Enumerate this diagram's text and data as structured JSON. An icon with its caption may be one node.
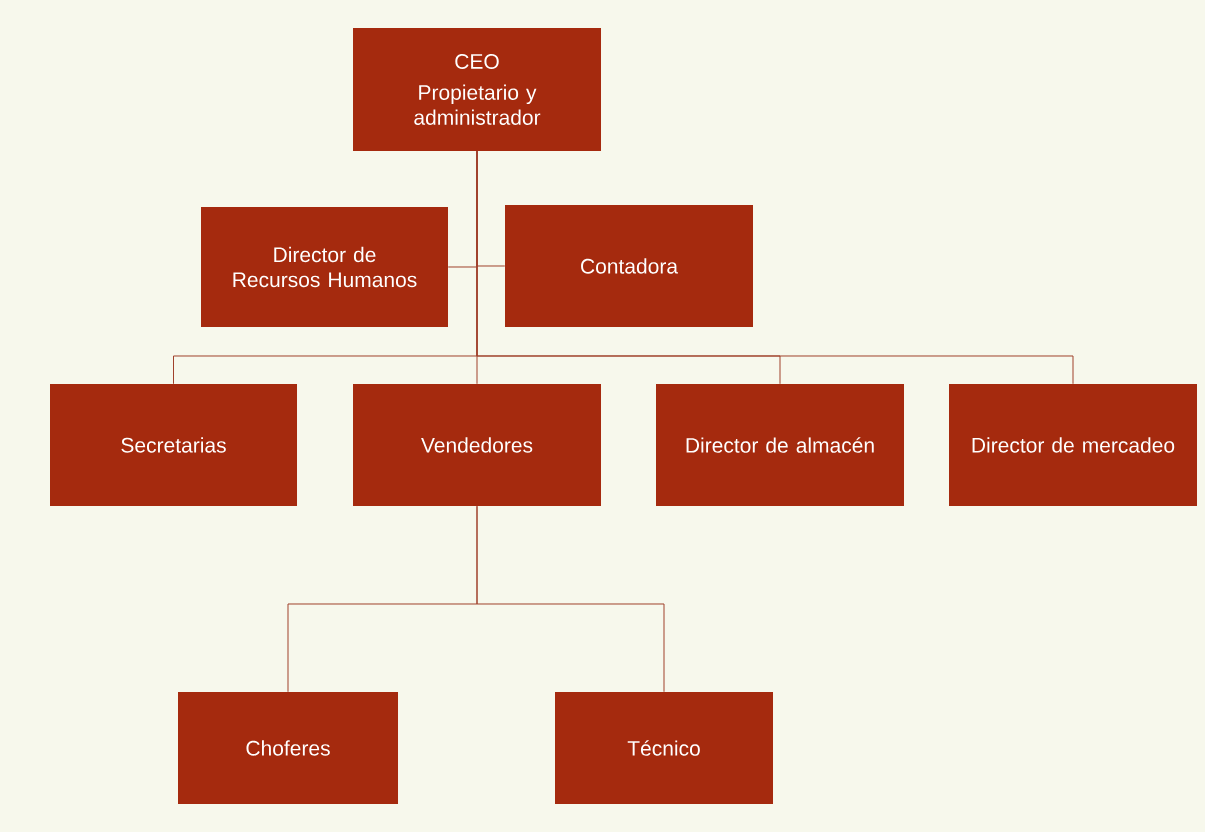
{
  "diagram": {
    "nodes": [
      {
        "text": [
          "CEO",
          "Propietario y administrador"
        ]
      },
      {
        "text": [
          "Director de Recursos Humanos"
        ]
      },
      {
        "text": [
          "Contadora"
        ]
      },
      {
        "text": [
          "Secretarias"
        ]
      },
      {
        "text": [
          "Vendedores"
        ]
      },
      {
        "text": [
          "Director de almacén"
        ]
      },
      {
        "text": [
          "Director de mercadeo"
        ]
      },
      {
        "text": [
          "Choferes"
        ]
      },
      {
        "text": [
          "Técnico"
        ]
      }
    ],
    "edges": [
      {
        "from": 0,
        "to": 1,
        "arrow": "none"
      },
      {
        "from": 0,
        "to": 2,
        "arrow": "none"
      },
      {
        "from": 0,
        "to": 3,
        "arrow": "none"
      },
      {
        "from": 0,
        "to": 4,
        "arrow": "none"
      },
      {
        "from": 0,
        "to": 5,
        "arrow": "none"
      },
      {
        "from": 0,
        "to": 6,
        "arrow": "none"
      },
      {
        "from": 4,
        "to": 7,
        "arrow": "none"
      },
      {
        "from": 4,
        "to": 8,
        "arrow": "none"
      }
    ]
  }
}
